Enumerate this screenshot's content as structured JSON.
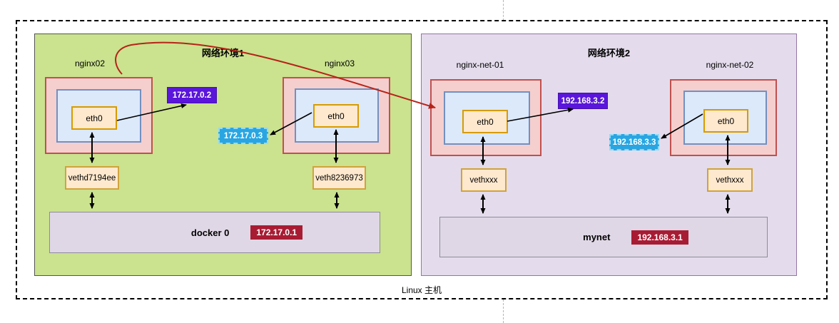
{
  "host": {
    "label": "Linux 主机"
  },
  "environments": [
    {
      "title": "网络环境1",
      "containers": [
        {
          "name": "nginx02",
          "interface": "eth0",
          "ip": "172.17.0.2",
          "veth": "vethd7194ee"
        },
        {
          "name": "nginx03",
          "interface": "eth0",
          "ip": "172.17.0.3",
          "veth": "veth8236973"
        }
      ],
      "bridge": {
        "name": "docker 0",
        "ip": "172.17.0.1"
      }
    },
    {
      "title": "网络环境2",
      "containers": [
        {
          "name": "nginx-net-01",
          "interface": "eth0",
          "ip": "192.168.3.2",
          "veth": "vethxxx"
        },
        {
          "name": "nginx-net-02",
          "interface": "eth0",
          "ip": "192.168.3.3",
          "veth": "vethxxx"
        }
      ],
      "bridge": {
        "name": "mynet",
        "ip": "192.168.3.1"
      }
    }
  ],
  "palette": {
    "env1_fill": "#cbe28f",
    "env2_fill": "#e4dcec",
    "container_fill": "#f5cfce",
    "container_border": "#c1504e",
    "netns_fill": "#dce9fb",
    "netns_border": "#7290c0",
    "iface_fill": "#ffe9ce",
    "iface_border": "#d79b00",
    "bridge_fill": "#e0d7e6",
    "ip_purple": "#5a16da",
    "ip_cyan": "#29a6e2",
    "ip_darkred": "#a81c33",
    "cross_arrow_red": "#b62318"
  }
}
